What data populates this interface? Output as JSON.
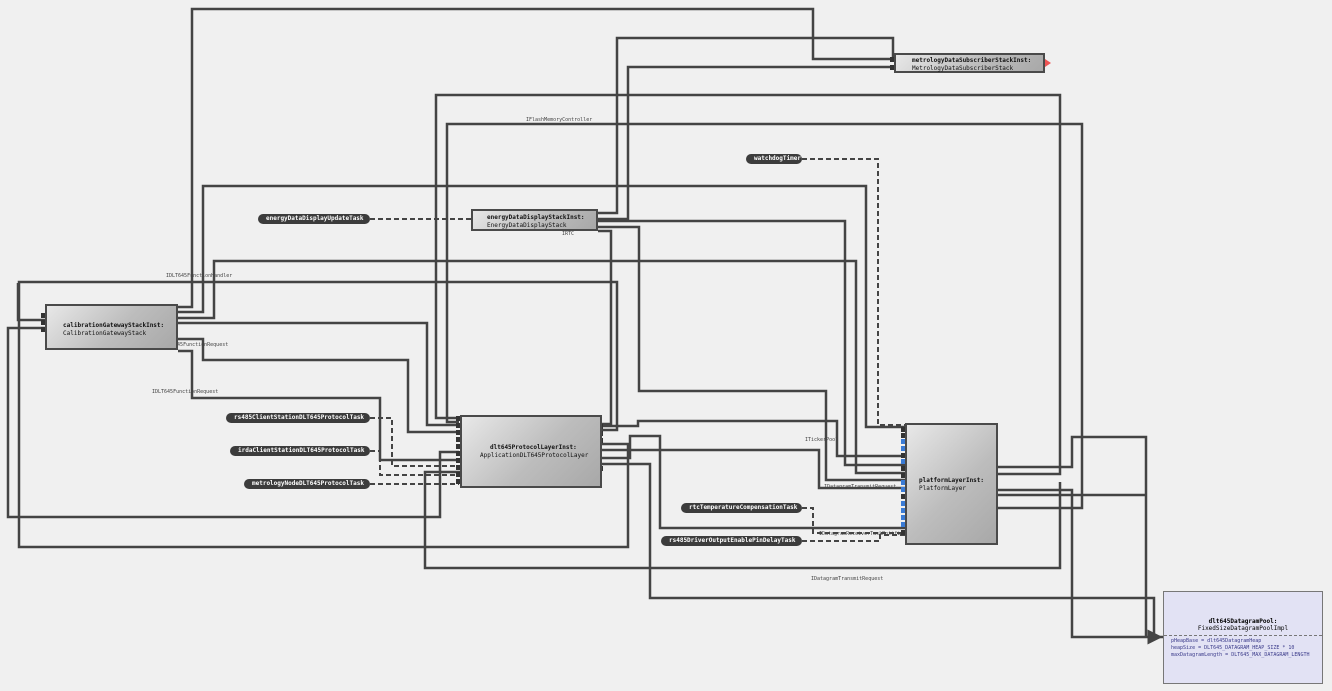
{
  "components": {
    "calibration": {
      "name": "calibrationGatewayStackInst:",
      "type": "CalibrationGatewayStack"
    },
    "metrology_subscriber": {
      "name": "metrologyDataSubscriberStackInst:",
      "type": "MetrologyDataSubscriberStack"
    },
    "energy_display": {
      "name": "energyDataDisplayStackInst:",
      "type": "EnergyDataDisplayStack"
    },
    "protocol_layer": {
      "name": "dlt645ProtocolLayerInst:",
      "type": "ApplicationDLT645ProtocolLayer"
    },
    "platform_layer": {
      "name": "platformLayerInst:",
      "type": "PlatformLayer"
    }
  },
  "tasks": {
    "watchdog": "watchdogTimer",
    "energy_update": "energyDataDisplayUpdateTask",
    "rs485_client": "rs485ClientStationDLT645ProtocolTask",
    "irda_client": "irdaClientStationDLT645ProtocolTask",
    "metrology_node": "metrologyNodeDLT645ProtocolTask",
    "rtc_comp": "rtcTemperatureCompensationTask",
    "rs485_driver": "rs485DriverOutputEnablePinDelayTask"
  },
  "pool": {
    "name": "dlt645DatagramPool:",
    "type": "FixedSizeDatagramPoolImpl",
    "attrs": [
      "pHeapBase = dlt645DatagramHeap",
      "heapSize = DLT645_DATAGRAM_HEAP_SIZE * 10",
      "maxDatagramLength = DLT645_MAX_DATAGRAM_LENGTH"
    ]
  },
  "wire_labels": {
    "flash": "IFlashMemoryController",
    "rtc": "IRTC",
    "func_handler": "IDLT645FunctionHandler",
    "func_request_1": "IDLT645FunctionRequest",
    "func_request_2": "IDLT645FunctionRequest",
    "ticker": "ITickerPool",
    "dg_transmit_1": "IDatagramTransmitRequest",
    "dg_receive": "IDatagramReceiverTaskNotification",
    "dg_transmit_2": "IDatagramTransmitRequest"
  }
}
